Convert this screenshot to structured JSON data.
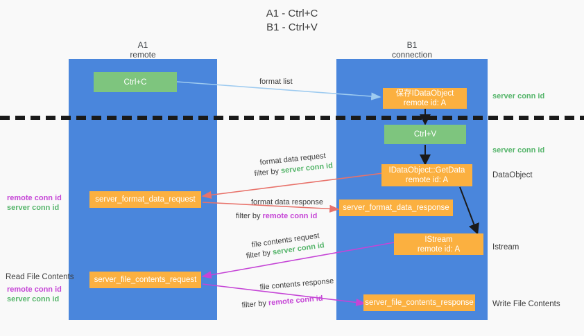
{
  "title": "A1 - Ctrl+C\nB1 - Ctrl+V",
  "columns": [
    {
      "name": "A1",
      "sub": "remote"
    },
    {
      "name": "B1",
      "sub": "connection"
    }
  ],
  "boxes": {
    "ctrl_c": "Ctrl+C",
    "ctrl_v": "Ctrl+V",
    "save_idataobject": "保存IDataObject\nremote id: A",
    "idataobject_getdata": "IDataObject::GetData\nremote id: A",
    "istream": "IStream\nremote id: A",
    "server_format_data_request": "server_format_data_request",
    "server_format_data_response": "server_format_data_response",
    "server_file_contents_request": "server_file_contents_request",
    "server_file_contents_response": "server_file_contents_response"
  },
  "edges": {
    "format_list": "format list",
    "format_data_request": "format data request",
    "format_data_request_filter_prefix": "filter by ",
    "format_data_request_filter_value": "server conn id",
    "format_data_response": "format data response",
    "format_data_response_filter_prefix": "filter by ",
    "format_data_response_filter_value": "remote conn id",
    "file_contents_request": "file contents request",
    "file_contents_request_filter_prefix": "filter by ",
    "file_contents_request_filter_value": "server conn id",
    "file_contents_response": "file contents response",
    "file_contents_response_filter_prefix": "filter by ",
    "file_contents_response_filter_value": "remote conn id"
  },
  "right_labels": {
    "server_conn_id_top": "server conn id",
    "server_conn_id_mid": "server conn id",
    "data_object": "DataObject",
    "istream": "Istream",
    "write_file_contents": "Write File Contents"
  },
  "left_labels": {
    "remote_conn_id_upper": "remote conn id",
    "server_conn_id_upper": "server conn id",
    "read_file_contents": "Read File Contents",
    "remote_conn_id_lower": "remote conn id",
    "server_conn_id_lower": "server conn id"
  },
  "colors": {
    "lane": "#4a86dc",
    "green_box": "#7ec57e",
    "orange_box": "#fbb040",
    "arrow_blue": "#9ecbf0",
    "arrow_red": "#e8726a",
    "arrow_purple": "#c545d6",
    "arrow_black": "#1a1a1a",
    "label_green": "#56b56b",
    "label_purple": "#c545d6",
    "background": "#f9f9f9"
  }
}
